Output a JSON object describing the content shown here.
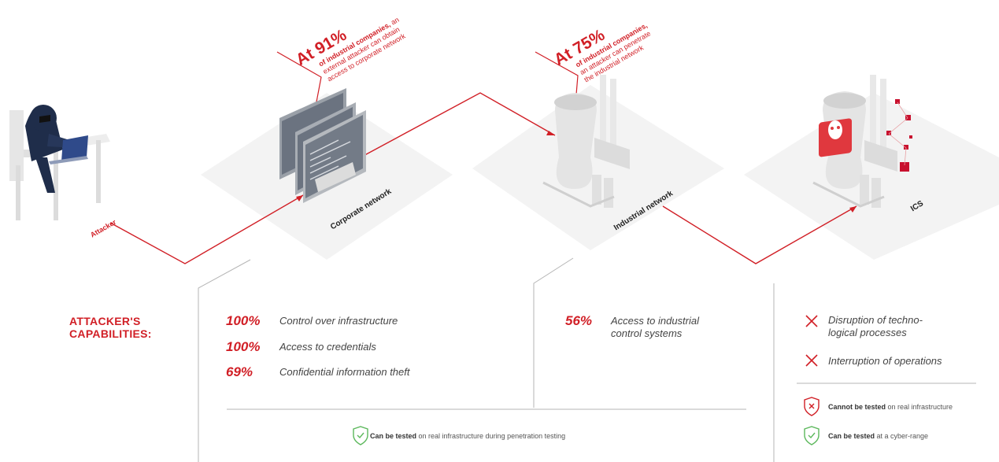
{
  "colors": {
    "accent": "#d11f26",
    "green": "#5cb85c",
    "platform": "#f3f3f3"
  },
  "nodes": {
    "attacker": "Attacker",
    "corporate": "Corporate network",
    "industrial": "Industrial network",
    "ics": "ICS"
  },
  "callouts": {
    "corporate": {
      "percent": "At 91%",
      "line1_bold": "of industrial companies,",
      "line1_rest": " an",
      "line2": "external attacker can obtain",
      "line3": "access to corporate network"
    },
    "industrial": {
      "percent": "At 75%",
      "line1_bold": "of industrial companies,",
      "line2": "an attacker can penetrate",
      "line3": "the industrial network"
    }
  },
  "capabilities_title": [
    "ATTACKER'S",
    "CAPABILITIES:"
  ],
  "corporate_stats": [
    {
      "value": "100%",
      "label": "Control over infrastructure"
    },
    {
      "value": "100%",
      "label": "Access to credentials"
    },
    {
      "value": "69%",
      "label": "Confidential information theft"
    }
  ],
  "industrial_stats": [
    {
      "value": "56%",
      "label_line1": "Access to industrial",
      "label_line2": "control systems"
    }
  ],
  "ics_impacts": [
    {
      "label_line1": "Disruption of techno-",
      "label_line2": "logical processes"
    },
    {
      "label_line1": "Interruption of operations",
      "label_line2": ""
    }
  ],
  "legend": {
    "penetration": {
      "bold": "Can be tested",
      "rest": " on real infrastructure during penetration testing"
    },
    "cannot": {
      "bold": "Cannot be tested",
      "rest": " on real infrastructure"
    },
    "cyber_range": {
      "bold": "Can be tested",
      "rest": " at a cyber-range"
    }
  },
  "icons": [
    "attacker-figure",
    "monitor-icon",
    "factory-icon",
    "ics-factory-icon",
    "cross-icon",
    "shield-check-icon",
    "shield-cross-icon"
  ]
}
